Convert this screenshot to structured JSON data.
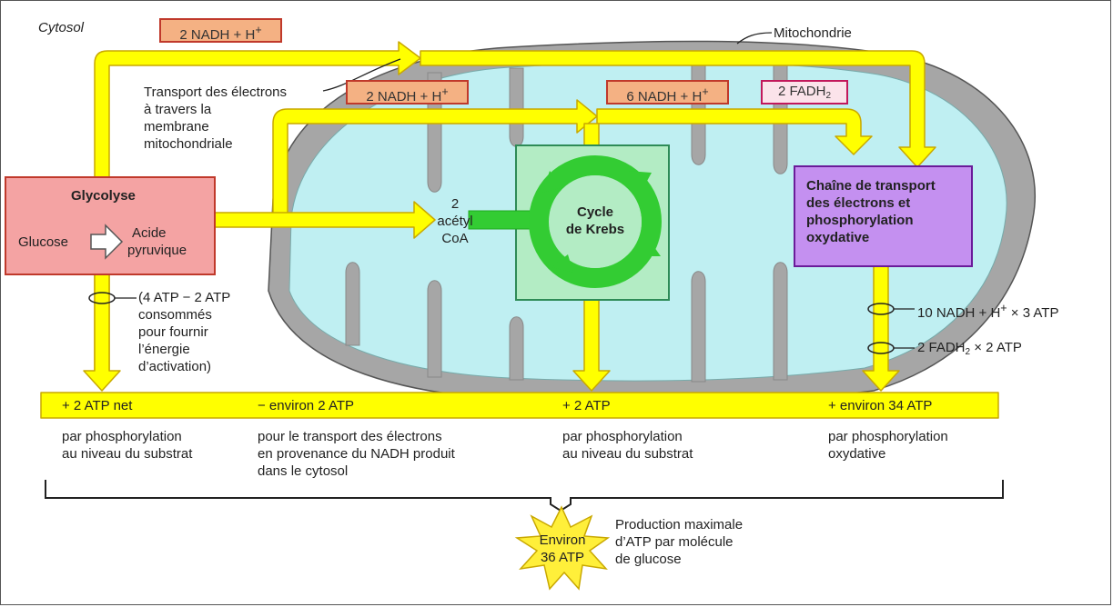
{
  "labels": {
    "cytosol": "Cytosol",
    "mitochondrie": "Mitochondrie",
    "transport": [
      "Transport des électrons",
      "à travers la",
      "membrane",
      "mitochondriale"
    ],
    "nadh_top": "2 NADH + H",
    "nadh_mid": "2 NADH + H",
    "nadh_krebs": "6 NADH + H",
    "fadh": "2 FADH",
    "fadh_sub": "2",
    "plus_sup": "+",
    "glycolyse_title": "Glycolyse",
    "glucose": "Glucose",
    "acide": "Acide",
    "pyruvique": "pyruvique",
    "acetyl": [
      "2",
      "acétyl",
      "CoA"
    ],
    "krebs": [
      "Cycle",
      "de Krebs"
    ],
    "chain": [
      "Chaîne de transport",
      "des électrons et",
      "phosphorylation",
      "oxydative"
    ],
    "atp_note": [
      "(4 ATP − 2 ATP",
      "consommés",
      "pour fournir",
      "l’énergie",
      "d’activation)"
    ],
    "nadh_atp": "10 NADH + H",
    "nadh_atp_tail": " × 3 ATP",
    "fadh_atp": "2 FADH",
    "fadh_atp_tail": " × 2 ATP",
    "bar": [
      "+ 2 ATP net",
      "− environ 2 ATP",
      "+ 2 ATP",
      "+ environ 34 ATP"
    ],
    "desc1": [
      "par phosphorylation",
      "au niveau du substrat"
    ],
    "desc2": [
      "pour le transport des électrons",
      "en provenance du NADH produit",
      "dans le cytosol"
    ],
    "desc3": [
      "par phosphorylation",
      "au niveau du substrat"
    ],
    "desc4": [
      "par phosphorylation",
      "oxydative"
    ],
    "star": [
      "Environ",
      "36 ATP"
    ],
    "production": [
      "Production maximale",
      "d’ATP par molécule",
      "de glucose"
    ]
  },
  "colors": {
    "arrow": "#ffff00",
    "arrow_stroke": "#c9a800",
    "mito_outer": "#a6a6a6",
    "mito_inner": "#bfeff2",
    "glycolyse_fill": "#f4a3a3",
    "glycolyse_border": "#c0392b",
    "krebs_fill": "#b3ecc4",
    "krebs_ring": "#33cc33",
    "chain_fill": "#c490f0",
    "chain_border": "#6a1b9a",
    "star": "#ffef3a"
  }
}
